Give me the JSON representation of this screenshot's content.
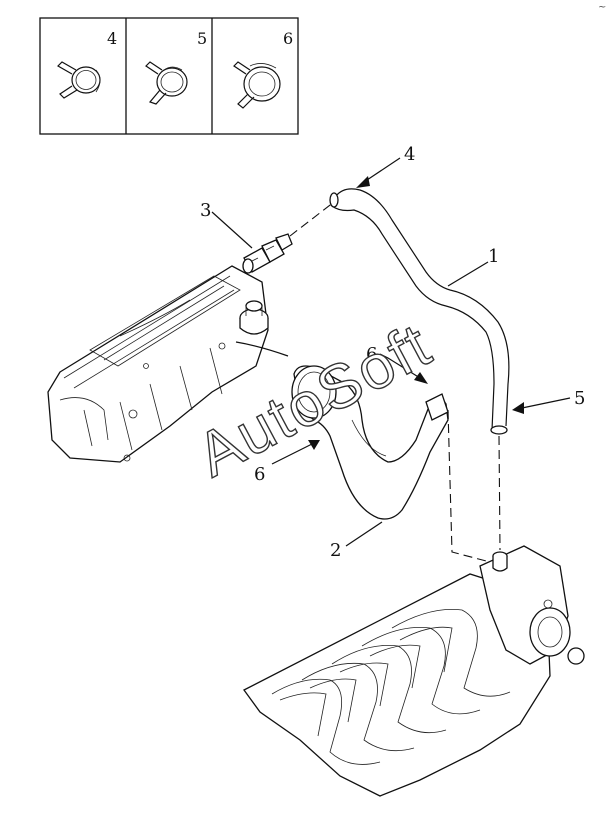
{
  "inset": {
    "clip_labels": [
      "4",
      "5",
      "6"
    ]
  },
  "callouts": {
    "hose_upper": "1",
    "hose_lower": "2",
    "pcv_valve": "3",
    "clamp_top": "4",
    "clamp_right": "5",
    "clamp_mid": "6",
    "clamp_left": "6"
  },
  "watermark": "AutoSoft",
  "corner_mark": "~"
}
